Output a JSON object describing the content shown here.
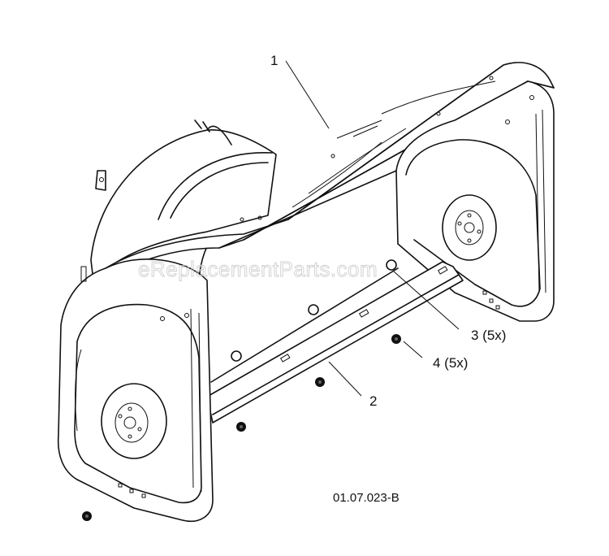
{
  "diagram": {
    "callouts": [
      {
        "id": "1",
        "label": "1"
      },
      {
        "id": "2",
        "label": "2"
      },
      {
        "id": "3",
        "label": "3 (5x)"
      },
      {
        "id": "4",
        "label": "4 (5x)"
      }
    ],
    "drawing_code": "01.07.023-B",
    "watermark": "eReplacementParts.com"
  }
}
